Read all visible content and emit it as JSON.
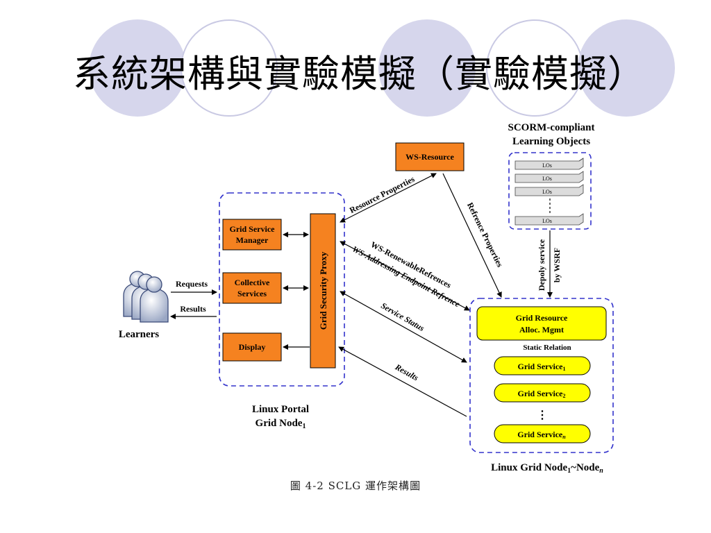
{
  "slide": {
    "title": "系統架構與實驗模擬（實驗模擬）"
  },
  "diagram": {
    "learners": {
      "label": "Learners",
      "requests": "Requests",
      "results": "Results"
    },
    "portal_node": {
      "label_line1": "Linux Portal",
      "label_line2": "Grid Node",
      "label_sub": "1",
      "proxy": "Grid Security Proxy",
      "grid_service_manager_line1": "Grid Service",
      "grid_service_manager_line2": "Manager",
      "collective_services_line1": "Collective",
      "collective_services_line2": "Services",
      "display": "Display"
    },
    "ws_resource": "WS-Resource",
    "scorm": {
      "title_line1": "SCORM-compliant",
      "title_line2": "Learning Objects",
      "lo_label": "LOs",
      "deploy_line1": "Depoly service",
      "deploy_line2": "by WSRF"
    },
    "links": {
      "resource_properties": "Resource Properties",
      "refrence_properties": "Refrence Properties",
      "ws_renewable": "WS-RenewableRefrences",
      "ws_addressing": "WS-Addressing Endpoint Refrence",
      "service_status": "Service Status",
      "results": "Results"
    },
    "grid_node": {
      "resource_line1": "Grid Resource",
      "resource_line2": "Alloc. Mgmt",
      "static_relation": "Static Relation",
      "service_label": "Grid Service",
      "service1_sub": "1",
      "service2_sub": "2",
      "servicen_sub": "n",
      "label": "Linux Grid Node",
      "label_sub1": "1",
      "label_tilde": "~Node",
      "label_subn": "n",
      "ellipsis": "⋮"
    },
    "caption": "圖 4-2 SCLG 運作架構圖"
  },
  "colors": {
    "orange": "#f58220",
    "yellow": "#ffff00",
    "dashed_border": "#3333cc",
    "deco_fill": "#d6d6ec"
  }
}
